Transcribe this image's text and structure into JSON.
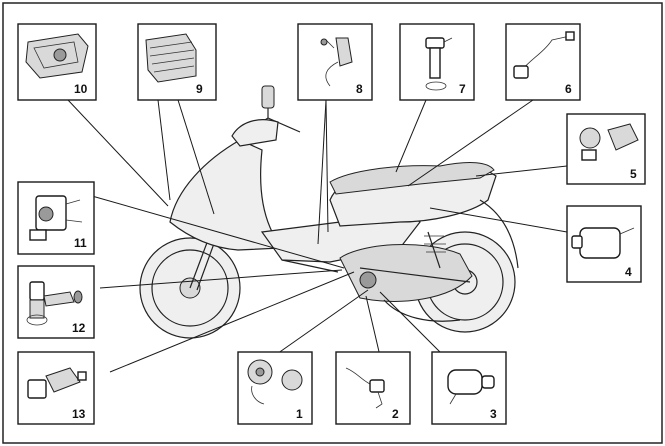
{
  "callouts": [
    {
      "id": "10",
      "label": "10"
    },
    {
      "id": "9",
      "label": "9"
    },
    {
      "id": "8",
      "label": "8"
    },
    {
      "id": "7",
      "label": "7"
    },
    {
      "id": "6",
      "label": "6"
    },
    {
      "id": "5",
      "label": "5"
    },
    {
      "id": "4",
      "label": "4"
    },
    {
      "id": "3",
      "label": "3"
    },
    {
      "id": "2",
      "label": "2"
    },
    {
      "id": "1",
      "label": "1"
    },
    {
      "id": "13",
      "label": "13"
    },
    {
      "id": "12",
      "label": "12"
    },
    {
      "id": "11",
      "label": "11"
    }
  ],
  "icons": {
    "vehicle": "scooter-drawing",
    "box_10": "headlight-icon",
    "box_9": "voltage-regulator-icon",
    "box_8": "side-stand-switch-icon",
    "box_7": "fuel-pump-icon",
    "box_6": "lambda-sensor-icon",
    "box_5": "relay-icon",
    "box_4": "ignition-coil-icon",
    "box_3": "starter-motor-icon",
    "box_2": "pickup-sensor-icon",
    "box_1": "flywheel-stator-icon",
    "box_13": "temperature-sensor-icon",
    "box_12": "connector-icon",
    "box_11": "throttle-body-icon"
  },
  "colors": {
    "line": "#1a1a1a",
    "background": "#ffffff"
  }
}
